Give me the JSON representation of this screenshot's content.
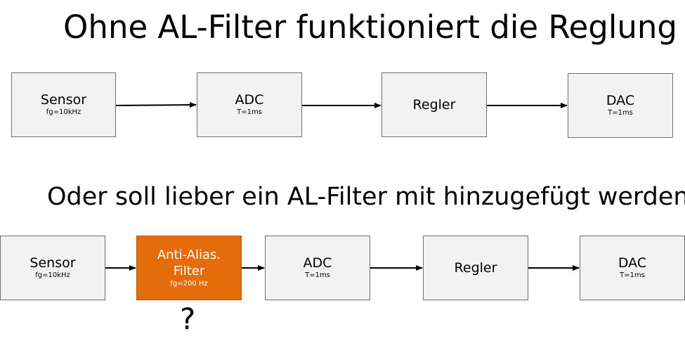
{
  "top_diagram": {
    "title": "Ohne AL-Filter funktioniert die Reglung",
    "blocks": [
      {
        "label": "Sensor",
        "sub": "fg=10kHz"
      },
      {
        "label": "ADC",
        "sub": "T=1ms"
      },
      {
        "label": "Regler",
        "sub": ""
      },
      {
        "label": "DAC",
        "sub": "T=1ms"
      }
    ]
  },
  "bottom_diagram": {
    "title": "Oder soll lieber ein AL-Filter mit hinzugefügt werden?",
    "blocks": [
      {
        "label": "Sensor",
        "sub": "fg=10kHz"
      },
      {
        "label": "Anti-Alias.",
        "label2": "Filter",
        "sub": "fg=200 Hz"
      },
      {
        "label": "ADC",
        "sub": "T=1ms"
      },
      {
        "label": "Regler",
        "sub": ""
      },
      {
        "label": "DAC",
        "sub": "T=1ms"
      }
    ],
    "question": "?"
  },
  "colors": {
    "block_fill": "#f2f2f2",
    "block_border": "#6f6f6f",
    "filter_fill": "#e46c0a",
    "arrow": "#000000"
  }
}
